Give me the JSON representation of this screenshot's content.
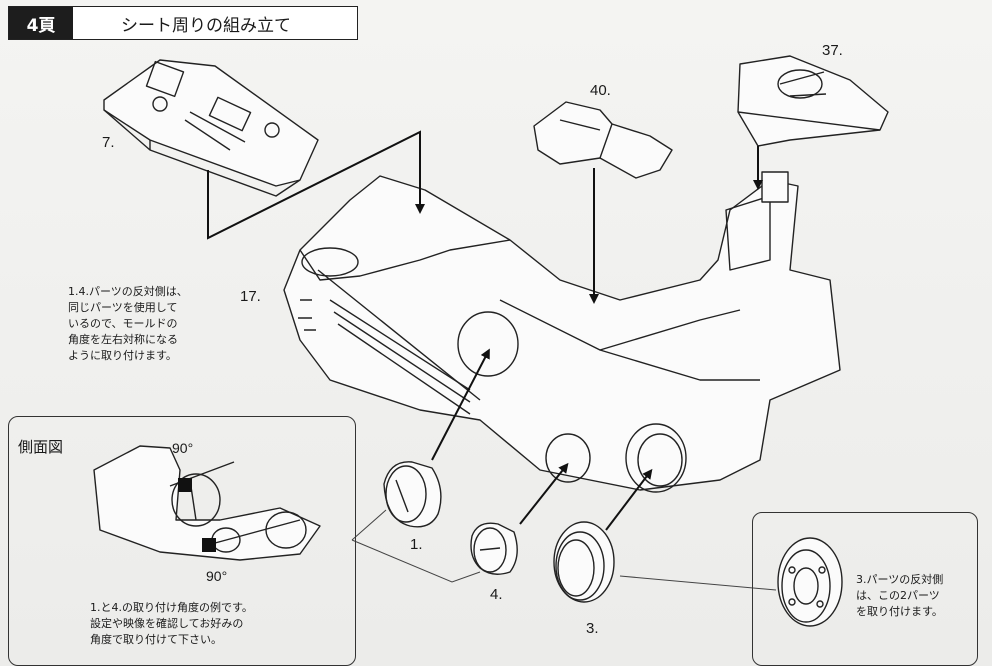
{
  "header": {
    "page_number": "4頁",
    "title": "シート周りの組み立て"
  },
  "parts": {
    "p7": "7.",
    "p17": "17.",
    "p40": "40.",
    "p37": "37.",
    "p1": "1.",
    "p4": "4.",
    "p3": "3."
  },
  "notes": {
    "mirror_note": [
      "1.4.パーツの反対側は、",
      "同じパーツを使用して",
      "いるので、モールドの",
      "角度を左右対称になる",
      "ように取り付けます。"
    ],
    "side_view_title": "側面図",
    "angle_top": "90°",
    "angle_bottom": "90°",
    "angle_note": [
      "1.と4.の取り付け角度の例です。",
      "設定や映像を確認してお好みの",
      "角度で取り付けて下さい。"
    ],
    "part3_note": [
      "3.パーツの反対側",
      "は、この2パーツ",
      "を取り付けます。"
    ]
  }
}
